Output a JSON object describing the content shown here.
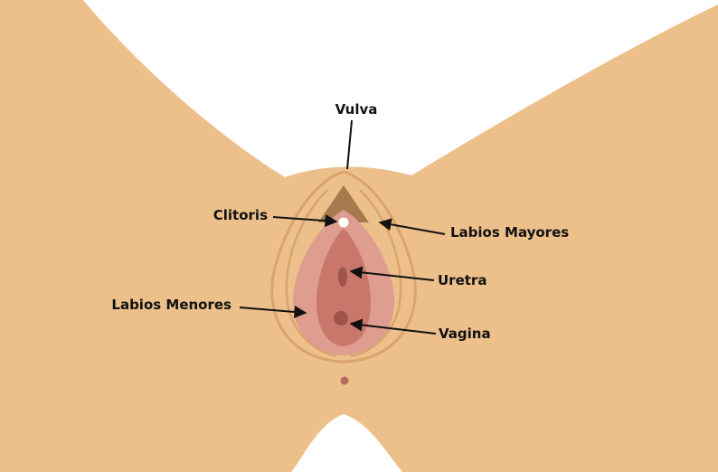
{
  "labels": {
    "vulva": "Vulva",
    "clitoris": "Clitoris",
    "labios_mayores": "Labios Mayores",
    "uretra": "Uretra",
    "labios_menores": "Labios Menores",
    "vagina": "Vagina"
  },
  "colors": {
    "skin": "#EDC08B",
    "skin_outline": "#D9A46C",
    "hood": "#A57A4C",
    "labia_minora": "#DE9D8E",
    "inner": "#C9776A",
    "opening": "#A0544A",
    "clitoris": "#FFFFFF",
    "anus": "#B46A5C",
    "text": "#111111"
  }
}
